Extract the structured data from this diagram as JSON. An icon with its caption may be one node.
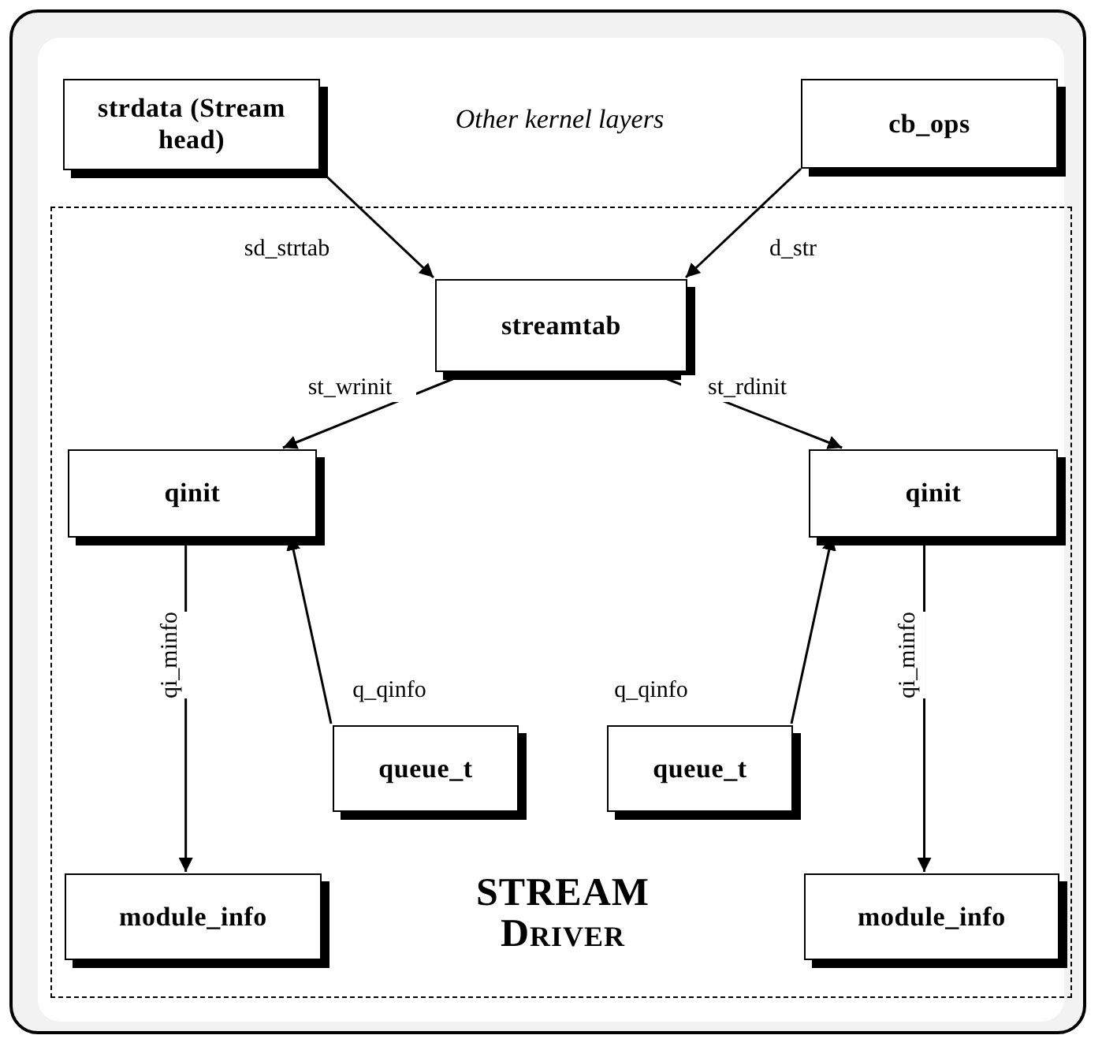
{
  "diagram": {
    "nodes": [
      {
        "text": [
          "strdata (Stream head)"
        ]
      },
      {
        "text": [
          "cb_ops"
        ]
      },
      {
        "text": [
          "STREAM Driver"
        ]
      },
      {
        "text": [
          "streamtab"
        ],
        "in": 2
      },
      {
        "text": [
          "qinit"
        ],
        "in": 2
      },
      {
        "text": [
          "qinit"
        ],
        "in": 2
      },
      {
        "text": [
          "queue_t"
        ],
        "in": 2
      },
      {
        "text": [
          "queue_t"
        ],
        "in": 2
      },
      {
        "text": [
          "module_info"
        ],
        "in": 2
      },
      {
        "text": [
          "module_info"
        ],
        "in": 2
      }
    ],
    "edges": [
      {
        "from": 0,
        "to": 3,
        "arrow": "to",
        "label": "sd_strtab"
      },
      {
        "from": 1,
        "to": 3,
        "arrow": "to",
        "label": "d_str"
      },
      {
        "from": 3,
        "to": 4,
        "arrow": "to",
        "label": "st_wrinit"
      },
      {
        "from": 3,
        "to": 5,
        "arrow": "to",
        "label": "st_rdinit"
      },
      {
        "from": 6,
        "to": 4,
        "arrow": "to",
        "label": "q_qinfo"
      },
      {
        "from": 7,
        "to": 5,
        "arrow": "to",
        "label": "q_qinfo"
      },
      {
        "from": 4,
        "to": 8,
        "arrow": "to",
        "label": "qi_minfo"
      },
      {
        "from": 5,
        "to": 9,
        "arrow": "to",
        "label": "qi_minfo"
      }
    ],
    "labels": [
      "Other kernel layers"
    ]
  }
}
